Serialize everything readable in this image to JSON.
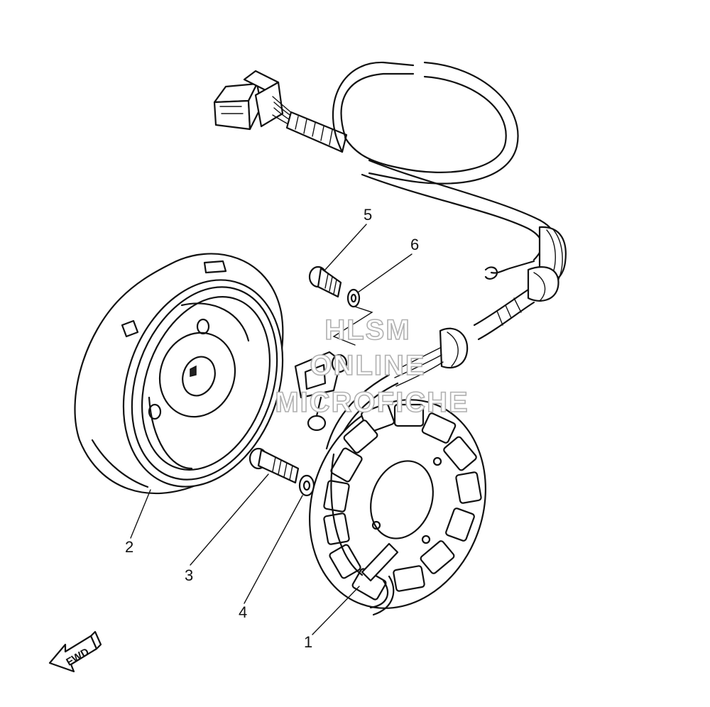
{
  "callouts": {
    "part1": "1",
    "part2": "2",
    "part3": "3",
    "part4": "4",
    "part5": "5",
    "part6": "6"
  },
  "watermark": {
    "line1": "HLSM",
    "line2": "ONLINE",
    "line3": "MICROFICHE"
  },
  "direction_arrow": {
    "label": "FWD"
  }
}
